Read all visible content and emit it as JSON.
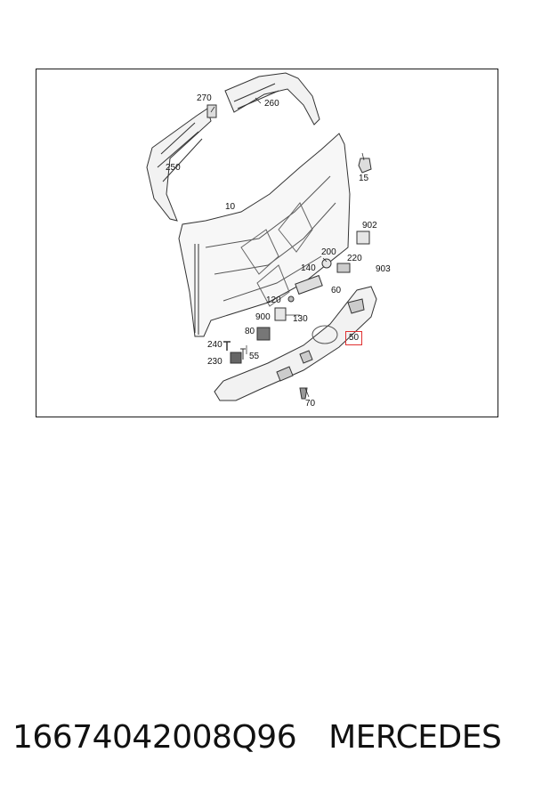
{
  "diagram": {
    "callouts": [
      {
        "id": "c270",
        "text": "270"
      },
      {
        "id": "c260",
        "text": "260"
      },
      {
        "id": "c250",
        "text": "250"
      },
      {
        "id": "c15",
        "text": "15"
      },
      {
        "id": "c10",
        "text": "10"
      },
      {
        "id": "c902",
        "text": "902"
      },
      {
        "id": "c200",
        "text": "200"
      },
      {
        "id": "c220",
        "text": "220"
      },
      {
        "id": "c903",
        "text": "903"
      },
      {
        "id": "c140",
        "text": "140"
      },
      {
        "id": "c60",
        "text": "60"
      },
      {
        "id": "c120",
        "text": "120"
      },
      {
        "id": "c900",
        "text": "900"
      },
      {
        "id": "c130",
        "text": "130"
      },
      {
        "id": "c80",
        "text": "80"
      },
      {
        "id": "c50",
        "text": "50",
        "highlighted": true
      },
      {
        "id": "c240",
        "text": "240"
      },
      {
        "id": "c55",
        "text": "55"
      },
      {
        "id": "c230",
        "text": "230"
      },
      {
        "id": "c70",
        "text": "70"
      }
    ],
    "highlight_color": "#e03030"
  },
  "caption": {
    "part_number": "16674042008Q96",
    "brand": "MERCEDES"
  }
}
